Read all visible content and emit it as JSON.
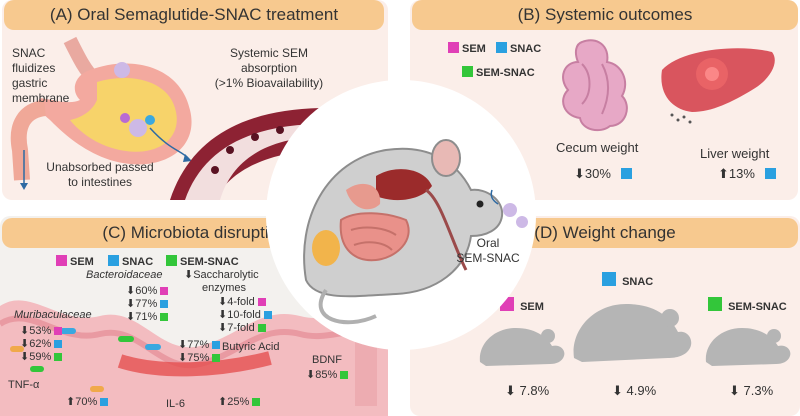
{
  "colors": {
    "sem": "#e03fb6",
    "snac": "#2aa0e0",
    "sem_snac": "#33c63a",
    "banner": "#f7c98f"
  },
  "panel_a": {
    "title": "(A) Oral Semaglutide-SNAC treatment",
    "snac_label": [
      "SNAC",
      "fluidizes",
      "gastric",
      "membrane"
    ],
    "absorption_label": [
      "Systemic SEM",
      "absorption",
      "(>1% Bioavailability)"
    ],
    "unabsorbed_label": [
      "Unabsorbed passed",
      "to intestines"
    ]
  },
  "panel_b": {
    "title": "(B) Systemic outcomes",
    "legend": [
      "SEM",
      "SNAC",
      "SEM-SNAC"
    ],
    "cecum_label": "Cecum weight",
    "cecum_value": "⬇30%",
    "liver_label": "Liver weight",
    "liver_value": "⬆13%"
  },
  "center": {
    "oral_label": [
      "Oral",
      "SEM-SNAC"
    ]
  },
  "panel_c": {
    "title": "(C) Microbiota disruption",
    "legend": [
      "SEM",
      "SNAC",
      "SEM-SNAC"
    ],
    "bacteroidaceae": {
      "name": "Bacteroidaceae",
      "values": [
        "⬇60%",
        "⬇77%",
        "⬇71%"
      ]
    },
    "muribaculaceae": {
      "name": "Muribaculaceae",
      "values": [
        "⬇53%",
        "⬇62%",
        "⬇59%"
      ]
    },
    "saccharolytic": {
      "name": [
        "⬇Saccharolytic",
        "enzymes"
      ],
      "values": [
        "⬇4-fold",
        "⬇10-fold",
        "⬇7-fold"
      ]
    },
    "butyric": {
      "name": "Butyric Acid",
      "values": [
        "⬇77%",
        "⬇75%"
      ]
    },
    "bdnf": {
      "name": "BDNF",
      "value": "⬇85%"
    },
    "tnf": {
      "name": "TNF-α",
      "value": "⬆70%"
    },
    "il6": {
      "name": "IL-6",
      "value": "⬆25%"
    }
  },
  "panel_d": {
    "title": "(D) Weight change",
    "groups": [
      {
        "name": "SEM",
        "value": "⬇ 7.8%"
      },
      {
        "name": "SNAC",
        "value": "⬇ 4.9%"
      },
      {
        "name": "SEM-SNAC",
        "value": "⬇ 7.3%"
      }
    ]
  }
}
